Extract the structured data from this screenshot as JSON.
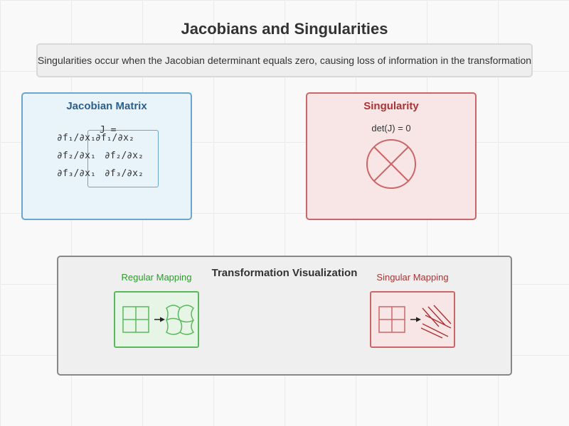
{
  "title": "Jacobians and Singularities",
  "subtitle": "Singularities occur when the Jacobian determinant equals zero, causing loss of information in the transformation",
  "jacobian": {
    "title": "Jacobian Matrix",
    "label": "J =",
    "rows": [
      [
        "∂f₁/∂x₁",
        "∂f₁/∂x₂"
      ],
      [
        "∂f₂/∂x₁",
        "∂f₂/∂x₂"
      ],
      [
        "∂f₃/∂x₁",
        "∂f₃/∂x₂"
      ]
    ]
  },
  "singularity": {
    "title": "Singularity",
    "determinant": "det(J) = 0",
    "icon": "cross-circle-icon"
  },
  "visualization": {
    "title": "Transformation Visualization",
    "regular_label": "Regular Mapping",
    "singular_label": "Singular Mapping"
  },
  "colors": {
    "blue_accent": "#6ba5cc",
    "red_accent": "#cc6666",
    "green_accent": "#5cb85c",
    "gray_border": "#888888"
  }
}
